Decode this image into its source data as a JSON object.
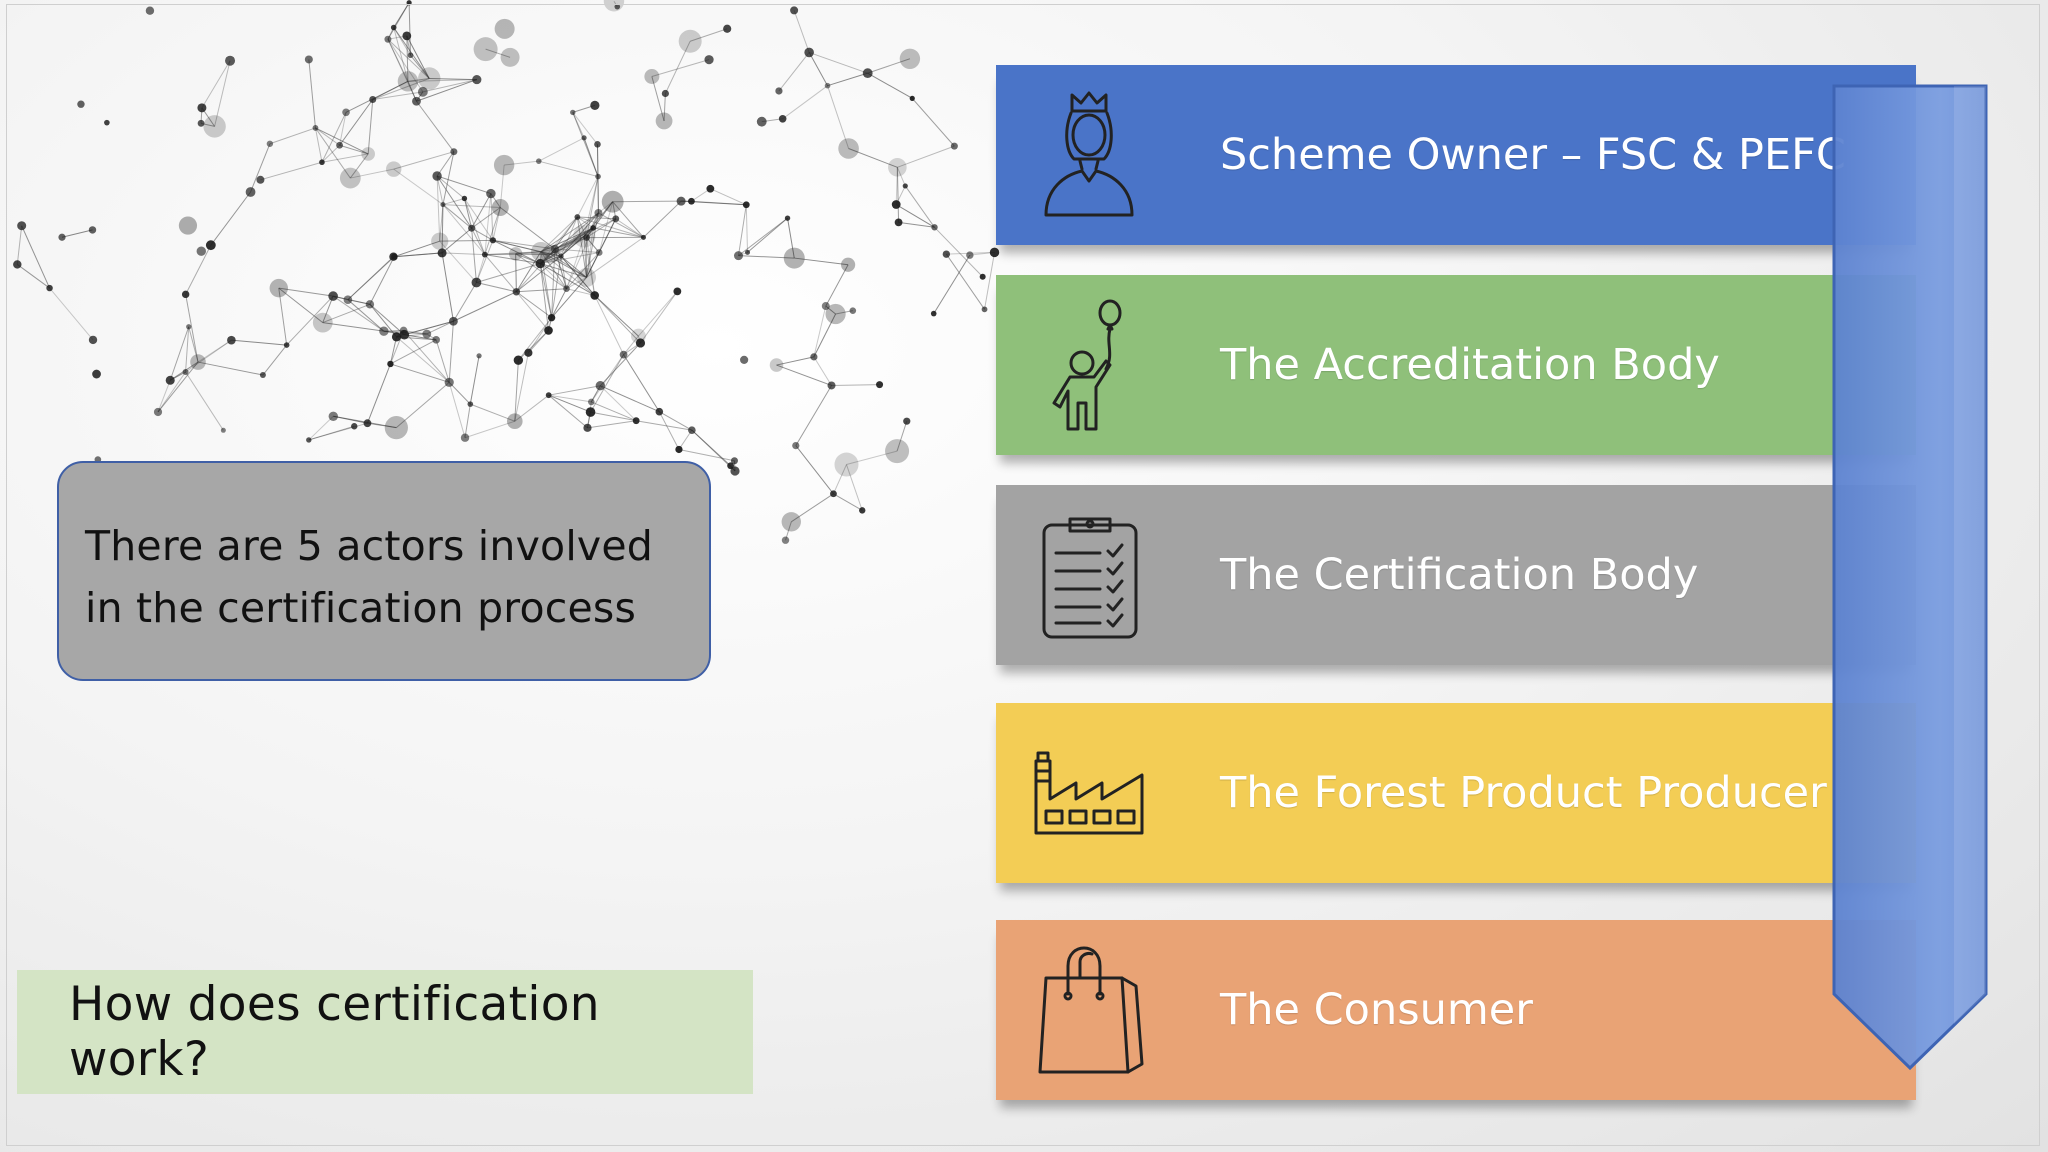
{
  "callout": {
    "text": "There are 5 actors involved\nin the certification process"
  },
  "subtitle": "How does certification work?",
  "actors": [
    {
      "label": "Scheme Owner – FSC & PEFC",
      "icon": "crowned-person-icon",
      "color": "#4a74c8"
    },
    {
      "label": "The Accreditation Body",
      "icon": "person-with-balloon-icon",
      "color": "#8fc07a"
    },
    {
      "label": "The Certification Body",
      "icon": "clipboard-checklist-icon",
      "color": "#a3a3a3"
    },
    {
      "label": "The Forest Product Producer",
      "icon": "factory-icon",
      "color": "#f3cd55"
    },
    {
      "label": "The Consumer",
      "icon": "shopping-bag-icon",
      "color": "#e9a375"
    }
  ],
  "colors": {
    "arrow": "#6d91d6",
    "arrow_outline": "#3e64b4",
    "callout_fill": "#a7a7a7",
    "callout_border": "#3f5fa6",
    "subtitle_fill": "#d4e4c5"
  }
}
